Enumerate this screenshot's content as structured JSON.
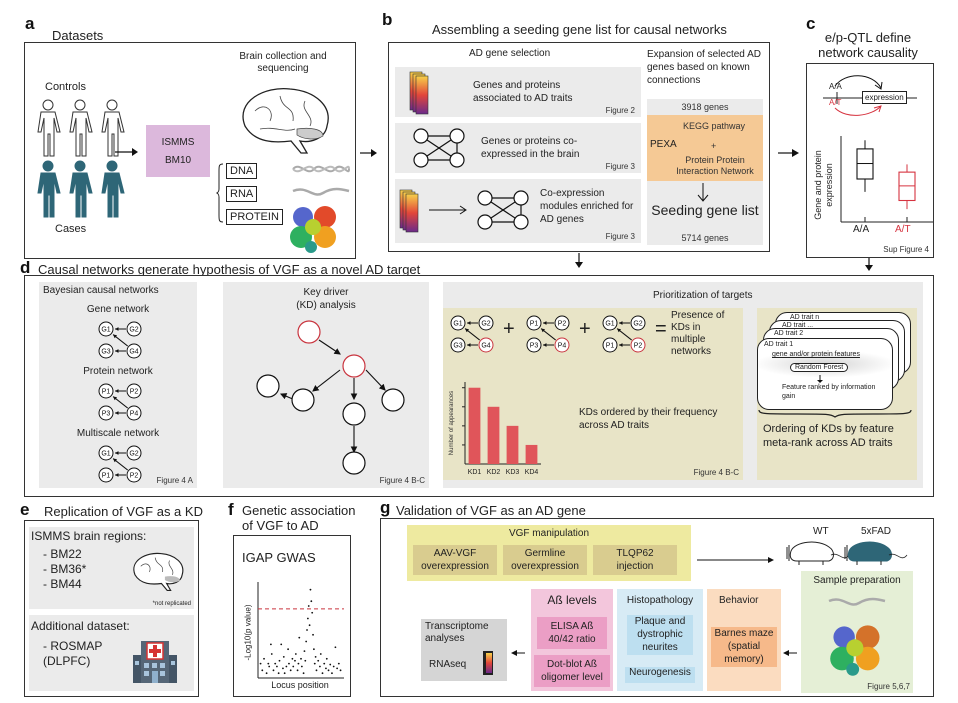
{
  "panel_a": {
    "label": "a",
    "title": "Datasets",
    "controls_label": "Controls",
    "cases_label": "Cases",
    "cohort": {
      "name": "ISMMS",
      "region": "BM10"
    },
    "brain_label": "Brain collection and sequencing",
    "omics": [
      "DNA",
      "RNA",
      "PROTEIN"
    ],
    "colors": {
      "cases": "#2e6677",
      "cohort_box": "#dcb8dc"
    }
  },
  "panel_b": {
    "label": "b",
    "title": "Assembling a seeding gene list for causal networks",
    "selection_header": "AD gene selection",
    "expansion_header": "Expansion of selected AD genes based on known connections",
    "rows": [
      {
        "text": "Genes and proteins associated to AD traits",
        "figure": "Figure 2"
      },
      {
        "text": "Genes or proteins co-expressed in the brain",
        "figure": "Figure 3"
      },
      {
        "text": "Co-expression modules enriched for AD genes",
        "figure": "Figure 3"
      }
    ],
    "gene_count_in": "3918 genes",
    "method": "PEXA",
    "kegg": "KEGG pathway",
    "plus": "+",
    "ppi": "Protein Protein Interaction Network",
    "seeding_title": "Seeding gene list",
    "gene_count_out": "5714 genes",
    "colors": {
      "pexa_box": "#f5c995"
    }
  },
  "panel_c": {
    "label": "c",
    "title": "e/p-QTL define network causality",
    "genotype_ref": "A/A",
    "genotype_alt": "A/T",
    "expression_label": "expression",
    "ylabel": "Gene and protein expression",
    "figure": "Sup Figure 4",
    "colors": {
      "alt": "#d6333f",
      "ref": "#111111"
    }
  },
  "panel_d": {
    "label": "d",
    "title": "Causal networks generate hypothesis of VGF as a novel AD target",
    "bayesian": {
      "header": "Bayesian causal networks",
      "networks": [
        {
          "name": "Gene network",
          "nodes": [
            "G1",
            "G2",
            "G3",
            "G4"
          ]
        },
        {
          "name": "Protein network",
          "nodes": [
            "P1",
            "P2",
            "P3",
            "P4"
          ]
        },
        {
          "name": "Multiscale network",
          "nodes": [
            "G1",
            "G2",
            "P1",
            "P2"
          ]
        }
      ],
      "figure": "Figure 4 A"
    },
    "key_driver": {
      "title_line1": "Key driver",
      "title_line2": "(KD) analysis",
      "figure": "Figure 4 B-C"
    },
    "prioritization": {
      "title": "Prioritization of targets",
      "plus": "+",
      "equals": "=",
      "presence_text": "Presence of KDs in multiple networks",
      "ordered_text": "KDs ordered by their frequency across AD traits",
      "figure": "Figure 4 B-C",
      "traits": [
        "AD trait n",
        "AD trait ...",
        "AD trait 2",
        "AD trait 1"
      ],
      "features": "gene and/or protein features",
      "rf": "Random Forest",
      "ranked": "Feature ranked by information gain",
      "ordering_text": "Ordering of KDs by feature meta-rank across AD traits"
    },
    "colors": {
      "kd": "#c9353f",
      "bar": "#e0555a",
      "tan": "#e8e4c7"
    }
  },
  "chart_data": [
    {
      "type": "bar",
      "title": "",
      "categories": [
        "KD1",
        "KD2",
        "KD3",
        "KD4"
      ],
      "values": [
        4,
        3,
        2,
        1
      ],
      "xlabel": "",
      "ylabel": "Number of appearances",
      "ylim": [
        0,
        4.3
      ],
      "grid": false
    },
    {
      "type": "boxplot",
      "categories": [
        "A/A",
        "A/T"
      ],
      "series": [
        {
          "name": "A/A",
          "whisker_low": 0.35,
          "q1": 0.5,
          "median": 0.68,
          "q3": 0.85,
          "whisker_high": 0.95
        },
        {
          "name": "A/T",
          "whisker_low": 0.15,
          "q1": 0.25,
          "median": 0.42,
          "q3": 0.58,
          "whisker_high": 0.67
        }
      ],
      "ylabel": "Gene and protein expression",
      "ylim": [
        0,
        1
      ]
    },
    {
      "type": "scatter",
      "title": "IGAP GWAS",
      "xlabel": "Locus position",
      "ylabel": "-Log10(p value)",
      "threshold": 0.72,
      "ylim": [
        0,
        1
      ],
      "xlim": [
        0,
        1
      ],
      "points": [
        [
          0.03,
          0.15
        ],
        [
          0.05,
          0.08
        ],
        [
          0.07,
          0.2
        ],
        [
          0.1,
          0.05
        ],
        [
          0.12,
          0.15
        ],
        [
          0.13,
          0.12
        ],
        [
          0.15,
          0.35
        ],
        [
          0.16,
          0.25
        ],
        [
          0.18,
          0.08
        ],
        [
          0.2,
          0.15
        ],
        [
          0.22,
          0.12
        ],
        [
          0.24,
          0.05
        ],
        [
          0.25,
          0.18
        ],
        [
          0.27,
          0.35
        ],
        [
          0.29,
          0.1
        ],
        [
          0.3,
          0.22
        ],
        [
          0.31,
          0.05
        ],
        [
          0.33,
          0.12
        ],
        [
          0.35,
          0.3
        ],
        [
          0.36,
          0.15
        ],
        [
          0.38,
          0.08
        ],
        [
          0.4,
          0.2
        ],
        [
          0.41,
          0.12
        ],
        [
          0.43,
          0.18
        ],
        [
          0.44,
          0.25
        ],
        [
          0.46,
          0.08
        ],
        [
          0.47,
          0.15
        ],
        [
          0.48,
          0.42
        ],
        [
          0.5,
          0.2
        ],
        [
          0.51,
          0.12
        ],
        [
          0.53,
          0.05
        ],
        [
          0.54,
          0.28
        ],
        [
          0.55,
          0.18
        ],
        [
          0.56,
          0.38
        ],
        [
          0.57,
          0.5
        ],
        [
          0.58,
          0.62
        ],
        [
          0.59,
          0.75
        ],
        [
          0.6,
          0.55
        ],
        [
          0.61,
          0.92
        ],
        [
          0.62,
          0.8
        ],
        [
          0.63,
          0.68
        ],
        [
          0.64,
          0.45
        ],
        [
          0.65,
          0.3
        ],
        [
          0.66,
          0.15
        ],
        [
          0.67,
          0.22
        ],
        [
          0.68,
          0.08
        ],
        [
          0.7,
          0.18
        ],
        [
          0.72,
          0.12
        ],
        [
          0.73,
          0.25
        ],
        [
          0.75,
          0.05
        ],
        [
          0.77,
          0.15
        ],
        [
          0.79,
          0.1
        ],
        [
          0.8,
          0.2
        ],
        [
          0.82,
          0.08
        ],
        [
          0.84,
          0.14
        ],
        [
          0.86,
          0.05
        ],
        [
          0.88,
          0.12
        ],
        [
          0.9,
          0.32
        ],
        [
          0.92,
          0.1
        ],
        [
          0.94,
          0.15
        ],
        [
          0.96,
          0.08
        ]
      ]
    }
  ],
  "panel_e": {
    "label": "e",
    "title": "Replication of VGF as a KD",
    "ismms_header": "ISMMS brain regions:",
    "regions": [
      "- BM22",
      "- BM36*",
      "- BM44"
    ],
    "footnote": "*not replicated",
    "additional_header": "Additional dataset:",
    "dataset_line1": "- ROSMAP",
    "dataset_line2": "(DLPFC)"
  },
  "panel_f": {
    "label": "f",
    "title_line1": "Genetic association",
    "title_line2": "of VGF to AD"
  },
  "panel_g": {
    "label": "g",
    "title": "Validation of VGF as an AD gene",
    "manipulation_header": "VGF manipulation",
    "manipulations": [
      {
        "line1": "AAV-VGF",
        "line2": "overexpression"
      },
      {
        "line1": "Germline",
        "line2": "overexpression"
      },
      {
        "line1": "TLQP62",
        "line2": "injection"
      }
    ],
    "mice": [
      "WT",
      "5xFAD"
    ],
    "sample_prep": "Sample preparation",
    "behavior": {
      "header": "Behavior",
      "test": "Barnes maze (spatial memory)"
    },
    "histopathology": {
      "header": "Histopathology",
      "items": [
        "Plaque and dystrophic neurites",
        "Neurogenesis"
      ]
    },
    "abeta": {
      "header": "Aß levels",
      "items": [
        "ELISA Aß 40/42 ratio",
        "Dot-blot Aß oligomer level"
      ]
    },
    "transcriptome": {
      "header": "Transcriptome analyses",
      "method": "RNAseq"
    },
    "figure": "Figure 5,6,7",
    "colors": {
      "manipulation": "#eeeaa0",
      "manip_item": "#d9cc8f",
      "abeta": "#f3c6dc",
      "abeta_item": "#eb9ec5",
      "histo": "#d7ebf5",
      "histo_item": "#bddff0",
      "behavior": "#fbdcc0",
      "behavior_item": "#f6b98a",
      "sample": "#e5efd6",
      "mouse_5xfad": "#2e6677"
    }
  }
}
